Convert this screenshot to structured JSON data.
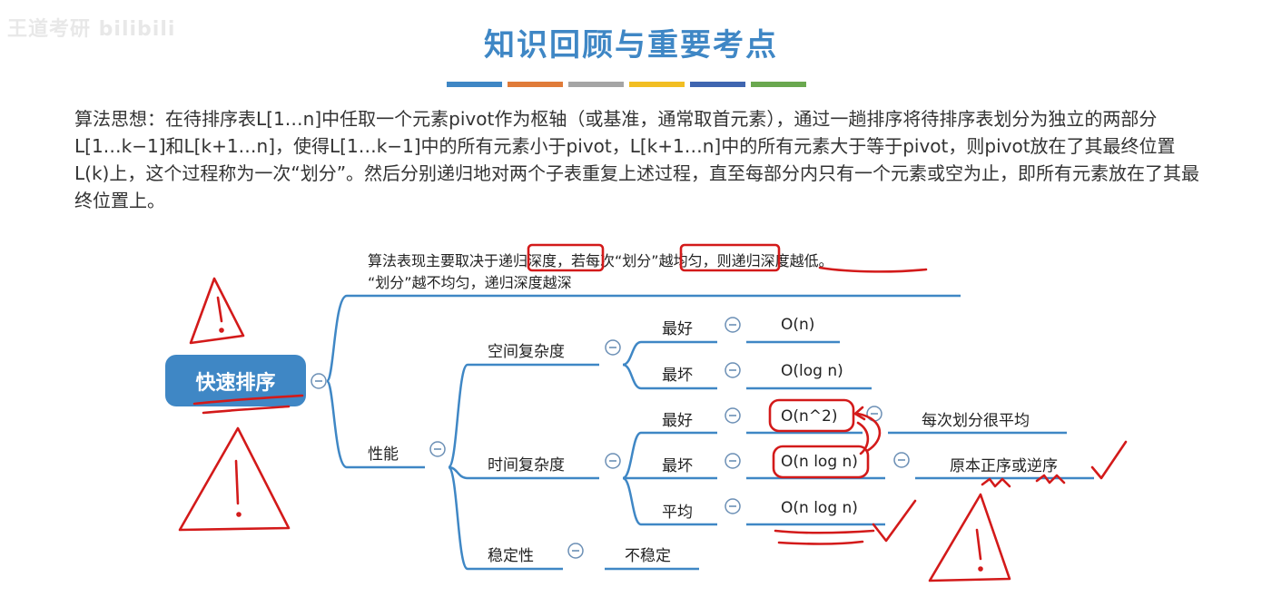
{
  "watermark": "王道考研 bilibili",
  "title": "知识回顾与重要考点",
  "title_bar_colors": [
    "#3f87c5",
    "#e07b39",
    "#a5a5a5",
    "#f2be22",
    "#3f65b0",
    "#6aa84f"
  ],
  "description": "算法思想：在待排序表L[1…n]中任取一个元素pivot作为枢轴（或基准，通常取首元素），通过一趟排序将待排序表划分为独立的两部分L[1…k−1]和L[k+1…n]，使得L[1…k−1]中的所有元素小于pivot，L[k+1…n]中的所有元素大于等于pivot，则pivot放在了其最终位置L(k)上，这个过程称为一次“划分”。然后分别递归地对两个子表重复上述过程，直至每部分内只有一个元素或空为止，即所有元素放在了其最终位置上。",
  "mindmap": {
    "root": "快速排序",
    "note_line1": "算法表现主要取决于递归深度，若每次“划分”越均匀，则递归深度越低。",
    "note_line2": "“划分”越不均匀，递归深度越深",
    "performance": "性能",
    "space": {
      "label": "空间复杂度",
      "best_label": "最好",
      "best_value": "O(n)",
      "worst_label": "最坏",
      "worst_value": "O(log n)"
    },
    "time": {
      "label": "时间复杂度",
      "best_label": "最好",
      "best_value": "O(n^2)",
      "best_note": "每次划分很平均",
      "worst_label": "最坏",
      "worst_value": "O(n log n)",
      "worst_note": "原本正序或逆序",
      "avg_label": "平均",
      "avg_value": "O(n log n)"
    },
    "stability": {
      "label": "稳定性",
      "value": "不稳定"
    }
  },
  "colors": {
    "brand": "#3f87c5",
    "ink": "#d31a1a",
    "collapse": "#6b8fb5"
  }
}
